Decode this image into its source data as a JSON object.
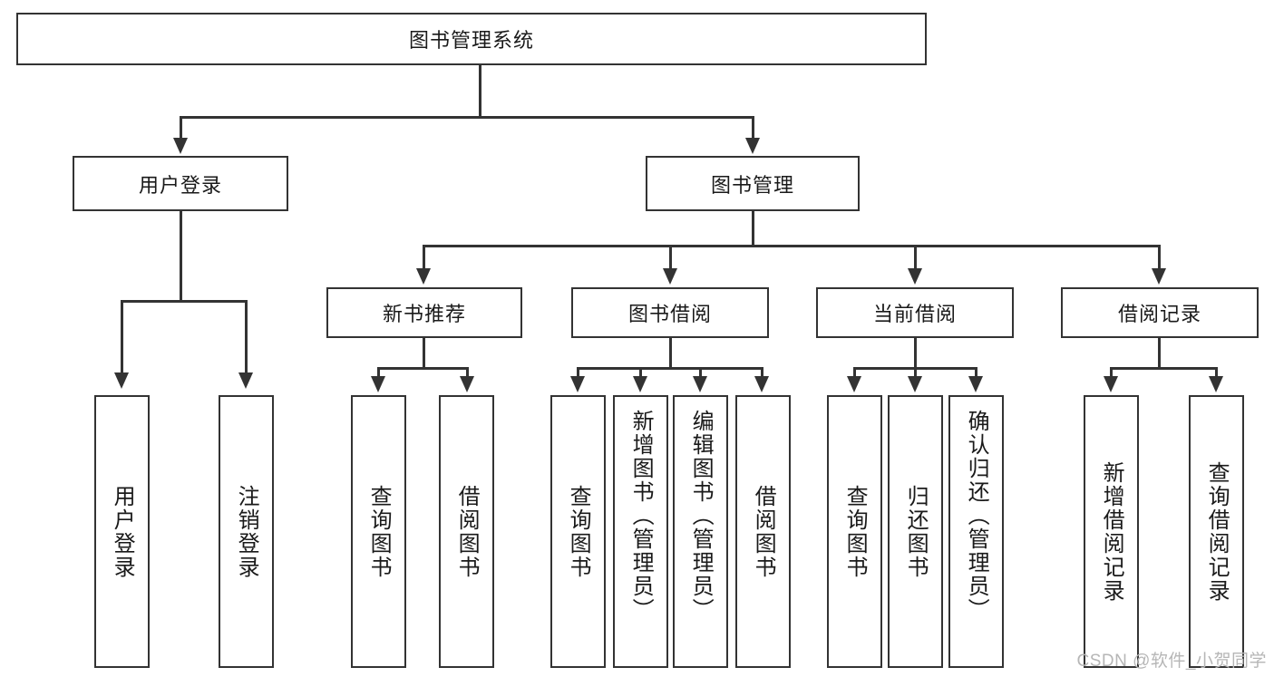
{
  "diagram": {
    "type": "tree",
    "title": "图书管理系统",
    "root": {
      "label": "图书管理系统",
      "children": [
        {
          "label": "用户登录",
          "children": [
            {
              "label": "用户登录"
            },
            {
              "label": "注销登录"
            }
          ]
        },
        {
          "label": "图书管理",
          "children": [
            {
              "label": "新书推荐",
              "children": [
                {
                  "label": "查询图书"
                },
                {
                  "label": "借阅图书"
                }
              ]
            },
            {
              "label": "图书借阅",
              "children": [
                {
                  "label": "查询图书"
                },
                {
                  "label": "新增图书（管理员）"
                },
                {
                  "label": "编辑图书（管理员）"
                },
                {
                  "label": "借阅图书"
                }
              ]
            },
            {
              "label": "当前借阅",
              "children": [
                {
                  "label": "查询图书"
                },
                {
                  "label": "归还图书"
                },
                {
                  "label": "确认归还（管理员）"
                }
              ]
            },
            {
              "label": "借阅记录",
              "children": [
                {
                  "label": "新增借阅记录"
                },
                {
                  "label": "查询借阅记录"
                }
              ]
            }
          ]
        }
      ]
    }
  },
  "nodes": {
    "root": "图书管理系统",
    "user_login": "用户登录",
    "book_manage": "图书管理",
    "new_book_rec": "新书推荐",
    "book_borrow": "图书借阅",
    "current_borrow": "当前借阅",
    "borrow_record": "借阅记录",
    "leaf_user_login": "用户登录",
    "leaf_logout": "注销登录",
    "leaf_query_book_1": "查询图书",
    "leaf_borrow_book_1": "借阅图书",
    "leaf_query_book_2": "查询图书",
    "leaf_add_book_admin": "新增图书（管理员）",
    "leaf_edit_book_admin": "编辑图书（管理员）",
    "leaf_borrow_book_2": "借阅图书",
    "leaf_query_book_3": "查询图书",
    "leaf_return_book": "归还图书",
    "leaf_confirm_return_admin": "确认归还（管理员）",
    "leaf_add_record": "新增借阅记录",
    "leaf_query_record": "查询借阅记录"
  },
  "watermark": {
    "text": "CSDN @软件_小贺同学"
  },
  "colors": {
    "stroke": "#333333",
    "background": "#ffffff",
    "text": "#1a1a1a",
    "watermark": "#b6b6b6"
  }
}
